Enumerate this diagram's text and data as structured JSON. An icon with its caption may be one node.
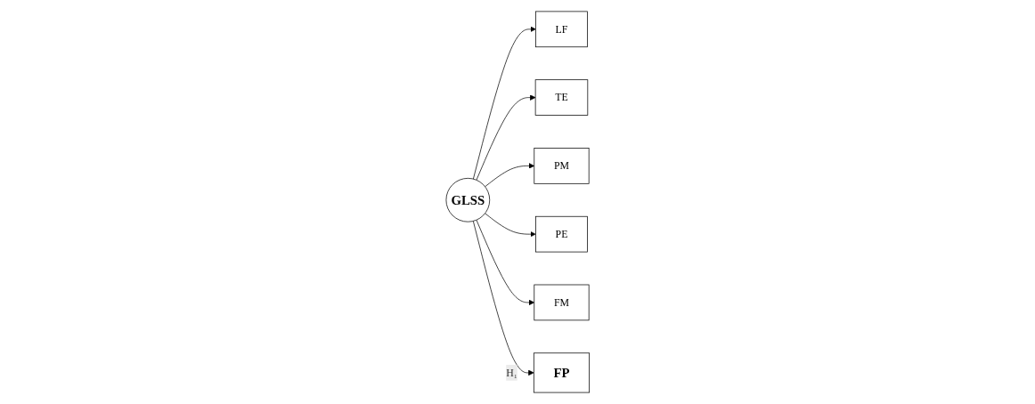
{
  "diagram": {
    "nodes": [
      {
        "text": [
          "LF"
        ]
      },
      {
        "text": [
          "TE"
        ]
      },
      {
        "text": [
          "PM"
        ]
      },
      {
        "text": [
          "PE"
        ]
      },
      {
        "text": [
          "FM"
        ]
      },
      {
        "text": [
          "GLSS"
        ]
      },
      {
        "text": [
          "FP"
        ]
      }
    ],
    "edges": [
      {
        "from": 5,
        "to": 0,
        "arrow": "to"
      },
      {
        "from": 5,
        "to": 1,
        "arrow": "to"
      },
      {
        "from": 5,
        "to": 2,
        "arrow": "to"
      },
      {
        "from": 5,
        "to": 3,
        "arrow": "to"
      },
      {
        "from": 5,
        "to": 4,
        "arrow": "to"
      },
      {
        "from": 5,
        "to": 6,
        "arrow": "to",
        "label": "H₁"
      }
    ]
  }
}
